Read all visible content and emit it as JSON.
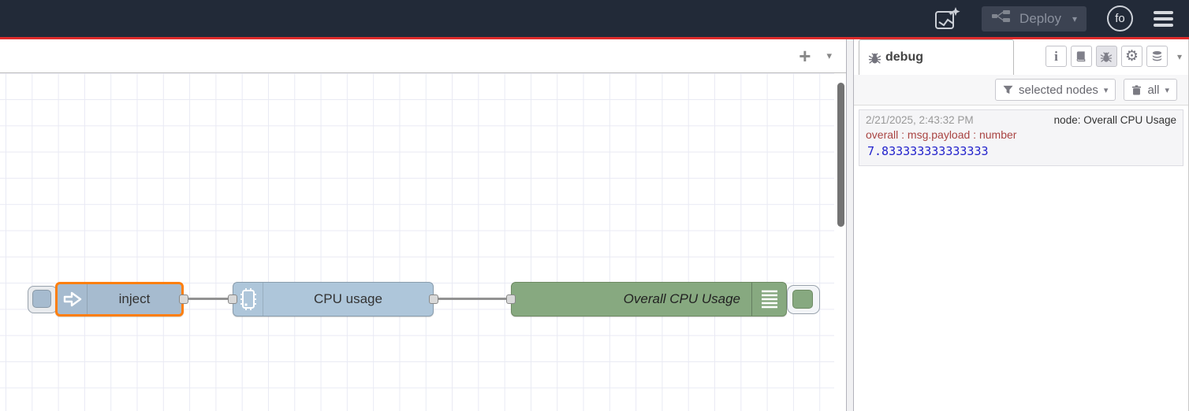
{
  "header": {
    "deploy": {
      "label": "Deploy",
      "caret": "▾"
    },
    "avatar_initials": "fo"
  },
  "canvas_toolbar": {
    "add_flow_glyph": "+",
    "flow_list_caret": "▾"
  },
  "flow": {
    "nodes": [
      {
        "label": "inject",
        "type": "inject",
        "color": "#a6bbcf",
        "selected": true
      },
      {
        "label": "CPU usage",
        "type": "cpu",
        "color": "#aec6da",
        "selected": false
      },
      {
        "label": "Overall CPU Usage",
        "type": "debug",
        "color": "#87a980",
        "selected": false
      }
    ],
    "wire_color": "#929292",
    "selection_color": "#ff7f0e"
  },
  "sidebar": {
    "tab_label": "debug",
    "toolbar_caret": "▾",
    "toolbar_icons": [
      "info-icon",
      "book-icon",
      "bug-icon",
      "gear-icon",
      "database-icon"
    ],
    "filter": {
      "nodes_label": "selected nodes",
      "nodes_caret": "▾",
      "clear_label": "all",
      "clear_caret": "▾"
    },
    "messages": [
      {
        "timestamp": "2/21/2025, 2:43:32 PM",
        "node": "node: Overall CPU Usage",
        "property": "overall : msg.payload : number",
        "value": "7.833333333333333"
      }
    ]
  },
  "colors": {
    "header_bg": "#222a38",
    "accent_red": "#df2c2c",
    "property_red": "#a94442",
    "value_blue": "#2323cc"
  }
}
